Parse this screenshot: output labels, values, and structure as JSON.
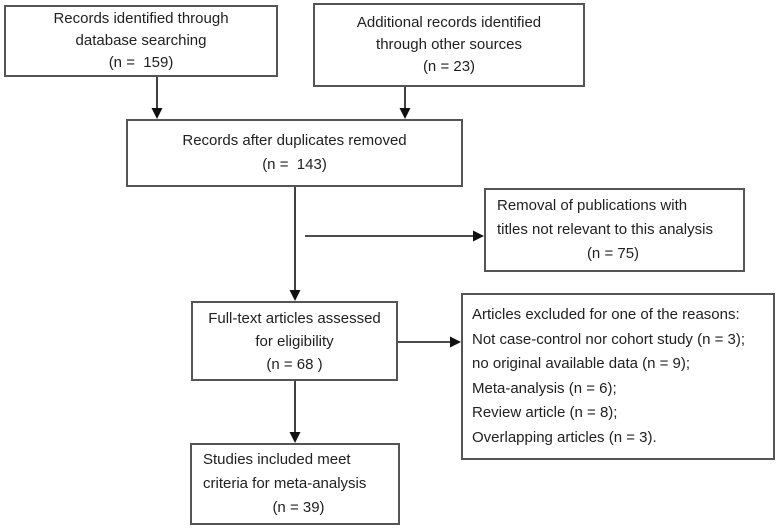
{
  "diagram": {
    "type": "prisma-study-selection-flowchart",
    "colors": {
      "background": "#ffffff",
      "box_border": "#555555",
      "text": "#212121",
      "arrow": "#111111"
    },
    "boxes": {
      "records_identified": {
        "lines": [
          "Records identified through",
          "database searching",
          "(n =  159)"
        ]
      },
      "additional_records": {
        "lines": [
          "Additional records identified",
          "through other sources",
          "(n = 23)"
        ]
      },
      "duplicates_removed": {
        "lines": [
          "Records after duplicates removed",
          "(n =  143)"
        ]
      },
      "titles_not_relevant": {
        "lines": [
          "Removal of publications with",
          "titles not relevant to this analysis",
          "(n = 75)"
        ]
      },
      "fulltext_assessed": {
        "lines": [
          "Full-text articles assessed",
          "for eligibility",
          "(n = 68 )"
        ]
      },
      "articles_excluded": {
        "lines": [
          "Articles excluded for one of the reasons:",
          "Not case-control nor cohort study (n = 3);",
          "no original available data (n = 9);",
          "Meta-analysis (n = 6);",
          "Review article (n = 8);",
          "Overlapping articles (n = 3)."
        ]
      },
      "studies_included": {
        "lines": [
          "Studies included meet",
          "criteria for meta-analysis",
          "(n = 39)"
        ]
      }
    }
  }
}
